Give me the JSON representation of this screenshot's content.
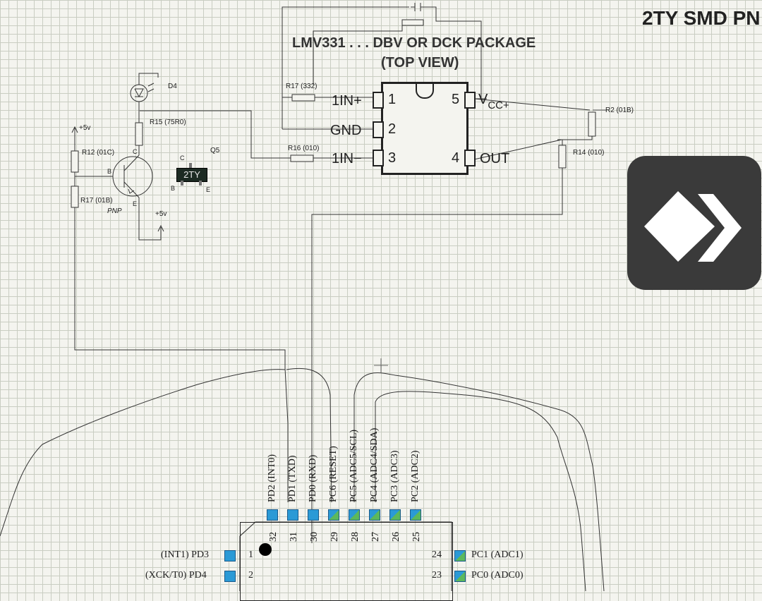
{
  "diagram": {
    "corner_title": "2TY SMD PN",
    "ic": {
      "title_line1": "LMV331 . . . DBV OR DCK PACKAGE",
      "title_line2": "(TOP VIEW)",
      "pins_left": [
        {
          "name": "1IN+",
          "num": "1"
        },
        {
          "name": "GND",
          "num": "2"
        },
        {
          "name": "1IN−",
          "num": "3"
        }
      ],
      "pins_right": [
        {
          "name_main": "V",
          "name_sub": "CC+",
          "num": "5"
        },
        {
          "name_main": "OUT",
          "name_sub": "",
          "num": "4"
        }
      ]
    },
    "components": {
      "r17_top": "R17 (332)",
      "r16": "R16 (010)",
      "r15": "R15 (75R0)",
      "r12": "R12 (01C)",
      "r17_left": "R17 (01B)",
      "r2": "R2 (01B)",
      "r14": "R14 (010)",
      "d4": "D4",
      "q5": "Q5",
      "pnp": "PNP",
      "pkg_marking": "2TY",
      "pkg_c": "C",
      "pkg_b": "B",
      "pkg_e": "E",
      "t_c": "C",
      "t_b": "B",
      "t_e": "E",
      "v1": "+5v",
      "v2": "+5v"
    },
    "mcu": {
      "top_pins": [
        {
          "label": "PD2 (INT0)",
          "num": "32",
          "style": "blue"
        },
        {
          "label": "PD1 (TXD)",
          "num": "31",
          "style": "blue"
        },
        {
          "label": "PD0 (RXD)",
          "num": "30",
          "style": "blue"
        },
        {
          "label": "PC6 (RESET)",
          "num": "29",
          "style": "diag"
        },
        {
          "label": "PC5 (ADC5/SCL)",
          "num": "28",
          "style": "diag"
        },
        {
          "label": "PC4 (ADC4/SDA)",
          "num": "27",
          "style": "diag"
        },
        {
          "label": "PC3 (ADC3)",
          "num": "26",
          "style": "diag"
        },
        {
          "label": "PC2 (ADC2)",
          "num": "25",
          "style": "diag"
        }
      ],
      "left_pins": [
        {
          "label": "(INT1) PD3",
          "num": "1"
        },
        {
          "label": "(XCK/T0) PD4",
          "num": "2"
        }
      ],
      "right_pins": [
        {
          "label": "PC1 (ADC1)",
          "num": "24"
        },
        {
          "label": "PC0 (ADC0)",
          "num": "23"
        }
      ]
    },
    "overlay_button": {
      "icon": "anydesk-icon"
    }
  }
}
